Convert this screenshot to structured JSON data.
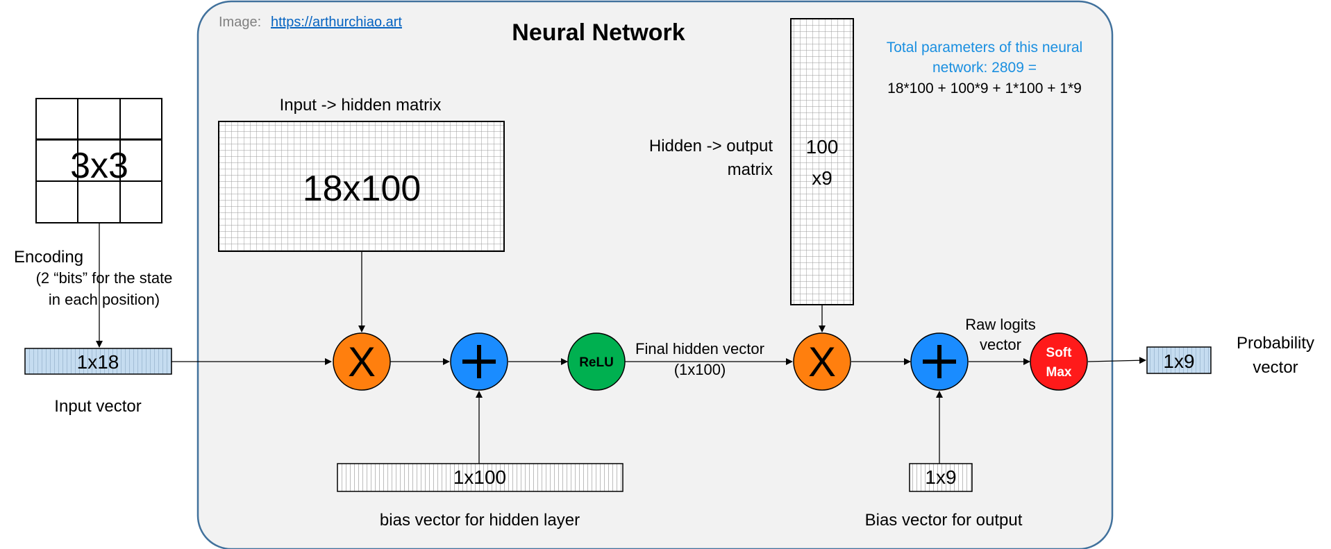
{
  "credit": {
    "prefix": "Image:",
    "link": "https://arthurchiao.art"
  },
  "title": "Neural Network",
  "total_params": {
    "line1": "Total parameters of this neural",
    "line2": "network: 2809 =",
    "formula": "18*100 + 100*9 + 1*100 + 1*9"
  },
  "board": {
    "label": "3x3"
  },
  "encoding": {
    "title": "Encoding",
    "line1": "(2 “bits” for the state",
    "line2": "in each  position)"
  },
  "input_vector": {
    "label": "1x18",
    "caption": "Input vector"
  },
  "w1": {
    "caption": "Input -> hidden matrix",
    "label": "18x100"
  },
  "w2": {
    "caption_line1": "Hidden -> output",
    "caption_line2": "matrix",
    "label_line1": "100",
    "label_line2": "x9"
  },
  "bias1": {
    "label": "1x100",
    "caption": "bias vector for hidden layer"
  },
  "bias2": {
    "label": "1x9",
    "caption": "Bias vector for output"
  },
  "ops": {
    "multiply": "X",
    "relu": "ReLU",
    "softmax_line1": "Soft",
    "softmax_line2": "Max"
  },
  "hidden_vector": {
    "line1": "Final hidden vector",
    "line2": "(1x100)"
  },
  "logits": {
    "line1": "Raw logits",
    "line2": "vector"
  },
  "output_vector": {
    "label": "1x9",
    "caption_line1": "Probability",
    "caption_line2": "vector"
  },
  "colors": {
    "multiply": "#ff7f0e",
    "add": "#1a8cff",
    "relu": "#00b050",
    "softmax": "#ff1a1a",
    "vector_fill": "#c5dcf0",
    "frame_stroke": "#41719c",
    "frame_fill": "#f2f2f2",
    "accent_text": "#1a8fe0"
  }
}
